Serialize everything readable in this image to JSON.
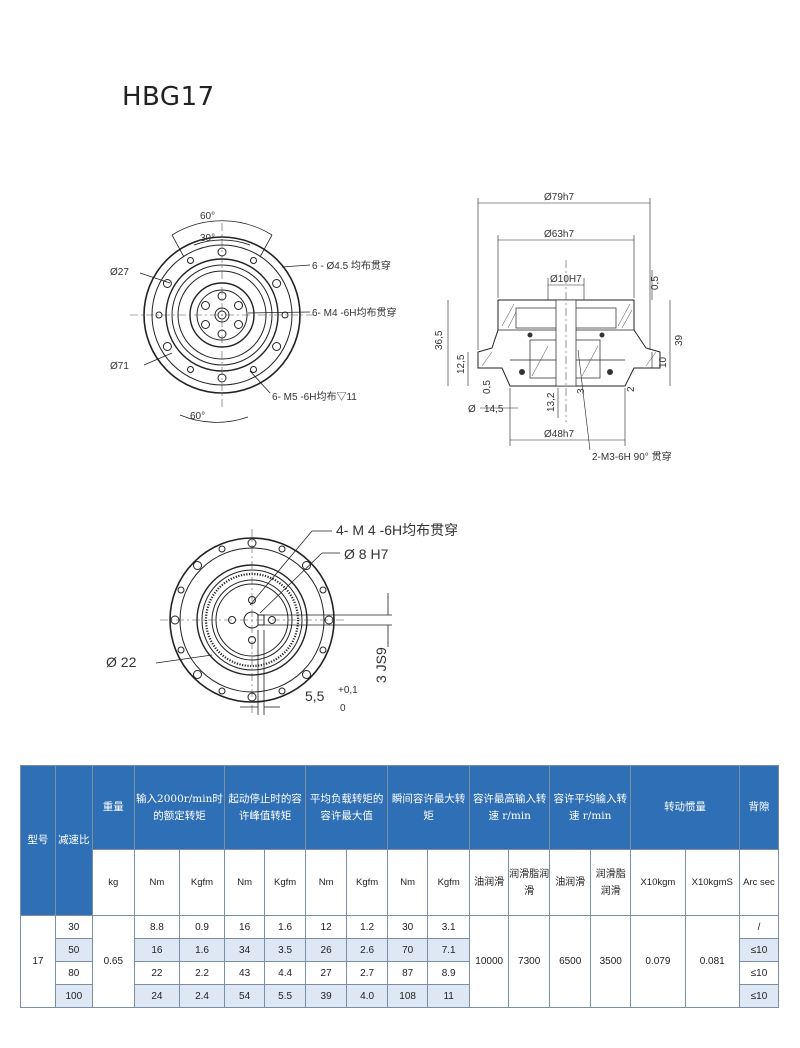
{
  "title": "HBG17",
  "drawing1": {
    "angle_60_top": "60°",
    "angle_30": "30°",
    "angle_60_bottom": "60°",
    "d27": "Ø27",
    "d71": "Ø71",
    "hole_note_1": "6 - Ø4.5 均布贯穿",
    "hole_note_2": "6- M4 -6H均布贯穿",
    "hole_note_3": "6- M5 -6H均布▽11"
  },
  "drawing2": {
    "d79": "Ø79h7",
    "d63": "Ø63h7",
    "d10": "Ø10H7",
    "d48": "Ø48h7",
    "dim_36_5": "36,5",
    "dim_12_5": "12,5",
    "dim_0_5_left": "0,5",
    "dim_14_5": "14,5",
    "dim_13_2": "13,2",
    "dim_3": "3",
    "dim_0_5_right": "0,5",
    "dim_39": "39",
    "dim_10": "10",
    "dim_2": "2",
    "d_small": "Ø",
    "note": "2-M3-6H 90° 贯穿"
  },
  "drawing3": {
    "note_m4": "4- M 4 -6H均布贯穿",
    "note_d8": "Ø 8 H7",
    "d22": "Ø 22",
    "dim_3js9": "3 JS9",
    "dim_5_5": "5,5",
    "tol_plus": "+0,1",
    "tol_zero": "0"
  },
  "table": {
    "h_model": "型号",
    "h_ratio": "减速比",
    "h_weight": "重量",
    "h_rated": "输入2000r/min时的额定转矩",
    "h_startstop": "起动停止时的容许峰值转矩",
    "h_avgload": "平均负载转矩的容许最大值",
    "h_instant": "瞬间容许最大转矩",
    "h_maxspeed": "容许最高输入转速 r/min",
    "h_avgspeed": "容许平均输入转速 r/min",
    "h_inertia": "转动惯量",
    "h_backlash": "背隙",
    "u_kg": "kg",
    "u_nm": "Nm",
    "u_kgfm": "Kgfm",
    "u_oil": "油润滑",
    "u_grease": "润滑脂润滑",
    "u_x10kgm": "X10kgm",
    "u_x10kgms": "X10kgmS",
    "u_arcsec": "Arc sec",
    "model": "17",
    "weight": "0.65",
    "max_oil": "10000",
    "max_grease": "7300",
    "avg_oil": "6500",
    "avg_grease": "3500",
    "inertia1": "0.079",
    "inertia2": "0.081",
    "rows": [
      {
        "ratio": "30",
        "r_nm": "8.8",
        "r_kgfm": "0.9",
        "s_nm": "16",
        "s_kgfm": "1.6",
        "a_nm": "12",
        "a_kgfm": "1.2",
        "i_nm": "30",
        "i_kgfm": "3.1",
        "backlash": "/"
      },
      {
        "ratio": "50",
        "r_nm": "16",
        "r_kgfm": "1.6",
        "s_nm": "34",
        "s_kgfm": "3.5",
        "a_nm": "26",
        "a_kgfm": "2.6",
        "i_nm": "70",
        "i_kgfm": "7.1",
        "backlash": "≤10"
      },
      {
        "ratio": "80",
        "r_nm": "22",
        "r_kgfm": "2.2",
        "s_nm": "43",
        "s_kgfm": "4.4",
        "a_nm": "27",
        "a_kgfm": "2.7",
        "i_nm": "87",
        "i_kgfm": "8.9",
        "backlash": "≤10"
      },
      {
        "ratio": "100",
        "r_nm": "24",
        "r_kgfm": "2.4",
        "s_nm": "54",
        "s_kgfm": "5.5",
        "a_nm": "39",
        "a_kgfm": "4.0",
        "i_nm": "108",
        "i_kgfm": "11",
        "backlash": "≤10"
      }
    ]
  }
}
